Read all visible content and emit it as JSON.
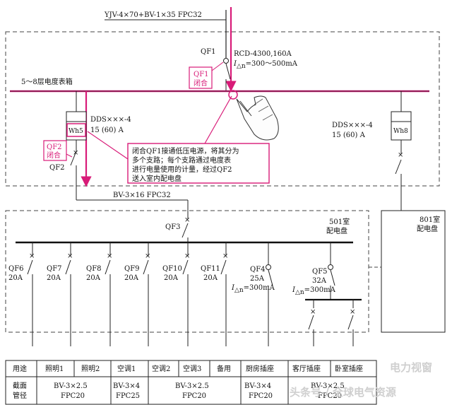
{
  "feeder_cable": "YJV-4×70+BV-1×35 FPC32",
  "meter_box_label": "5～8层电度表箱",
  "qf1": {
    "id": "QF1",
    "rcd": "RCD-4300,160A",
    "current_symbol": "I",
    "current_sub": "△n",
    "current_value": "=300～500mA",
    "callout_line1": "QF1",
    "callout_line2": "闭合"
  },
  "meter_left": {
    "model": "DDS×××-4",
    "rating": "15 (60) A",
    "name": "Wh5"
  },
  "meter_right": {
    "model": "DDS×××-4",
    "rating": "15 (60) A",
    "name": "Wh8"
  },
  "qf2": {
    "id": "QF2",
    "callout_line1": "QF2",
    "callout_line2": "闭合"
  },
  "note_lines": [
    "闭合QF1接通低压电源，将其分为",
    "多个支路；每个支路通过电度表",
    "进行电量使用的计量，经过QF2",
    "送入室内配电盘"
  ],
  "branch_cable": "BV-3×16 FPC32",
  "qf3": "QF3",
  "room501": {
    "line1": "501室",
    "line2": "配电盘"
  },
  "room801": {
    "line1": "801室",
    "line2": "配电盘"
  },
  "breakers": [
    {
      "id": "QF6",
      "rating": "20A"
    },
    {
      "id": "QF7",
      "rating": "20A"
    },
    {
      "id": "QF8",
      "rating": "20A"
    },
    {
      "id": "QF9",
      "rating": "20A"
    },
    {
      "id": "QF10",
      "rating": "20A"
    },
    {
      "id": "QF11",
      "rating": "20A"
    }
  ],
  "rcd_breakers": [
    {
      "id": "QF4",
      "rating": "25A",
      "current_symbol": "I",
      "current_sub": "△n",
      "current_value": "=300mA"
    },
    {
      "id": "QF5",
      "rating": "32A",
      "current_symbol": "I",
      "current_sub": "△n",
      "current_value": "=300mA"
    }
  ],
  "table": {
    "row1_header": "用途",
    "uses": [
      "照明1",
      "照明2",
      "空调1",
      "空调2",
      "空调3",
      "备用",
      "厨房插座",
      "客厅插座",
      "卧室插座"
    ],
    "row2_header": "截面\n管径",
    "cables": [
      {
        "line1": "BV-3×2.5",
        "line2": "FPC20"
      },
      {
        "line1": "BV-3×4",
        "line2": "FPC25"
      },
      {
        "line1": "BV-3×2.5",
        "line2": "FPC20"
      },
      {
        "line1": "BV-3×4",
        "line2": "FPC20"
      },
      {
        "line1": "BV-3×2.5",
        "line2": "FPC20"
      }
    ]
  },
  "watermark": "头条号 / 全球电气资源",
  "watermark2": "电力视窗",
  "colors": {
    "accent": "#d81b78",
    "line": "#222222",
    "dash": "#444444"
  }
}
